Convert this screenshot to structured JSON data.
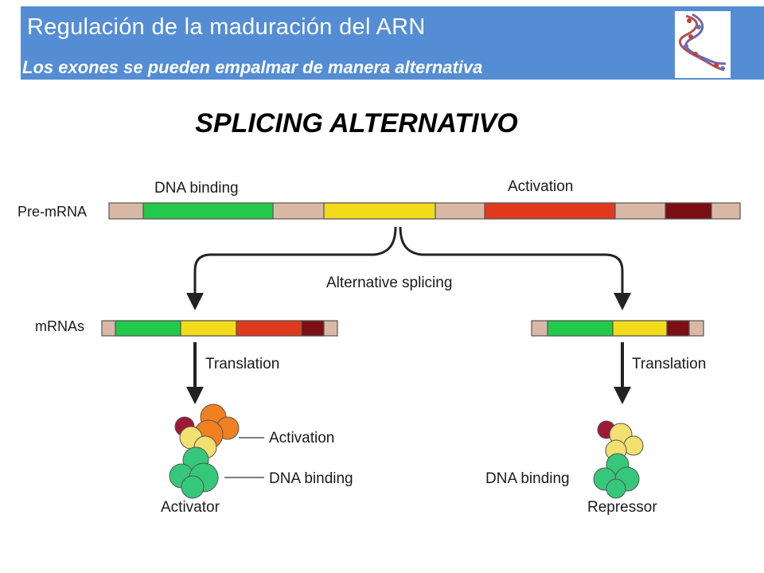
{
  "header": {
    "title": "Regulación de la maduración del ARN",
    "subtitle": "Los exones se pueden empalmar de manera alternativa",
    "logo_icon": "dna-molecule-icon"
  },
  "heading": "SPLICING ALTERNATIVO",
  "diagram": {
    "premrna_label": "Pre-mRNA",
    "dna_binding_top": "DNA binding",
    "activation_top": "Activation",
    "alt_splicing": "Alternative splicing",
    "mrnas_label": "mRNAs",
    "translation_left": "Translation",
    "translation_right": "Translation",
    "activation_protein": "Activation",
    "dna_binding_left": "DNA binding",
    "dna_binding_right": "DNA binding",
    "activator": "Activator",
    "repressor": "Repressor"
  },
  "colors": {
    "header_bg": "#548dd4",
    "intron": "#d9b9a6",
    "exon_green": "#22c94a",
    "exon_yellow": "#f2dc1a",
    "exon_red": "#e03a1e",
    "exon_darkred": "#7a0f14"
  }
}
